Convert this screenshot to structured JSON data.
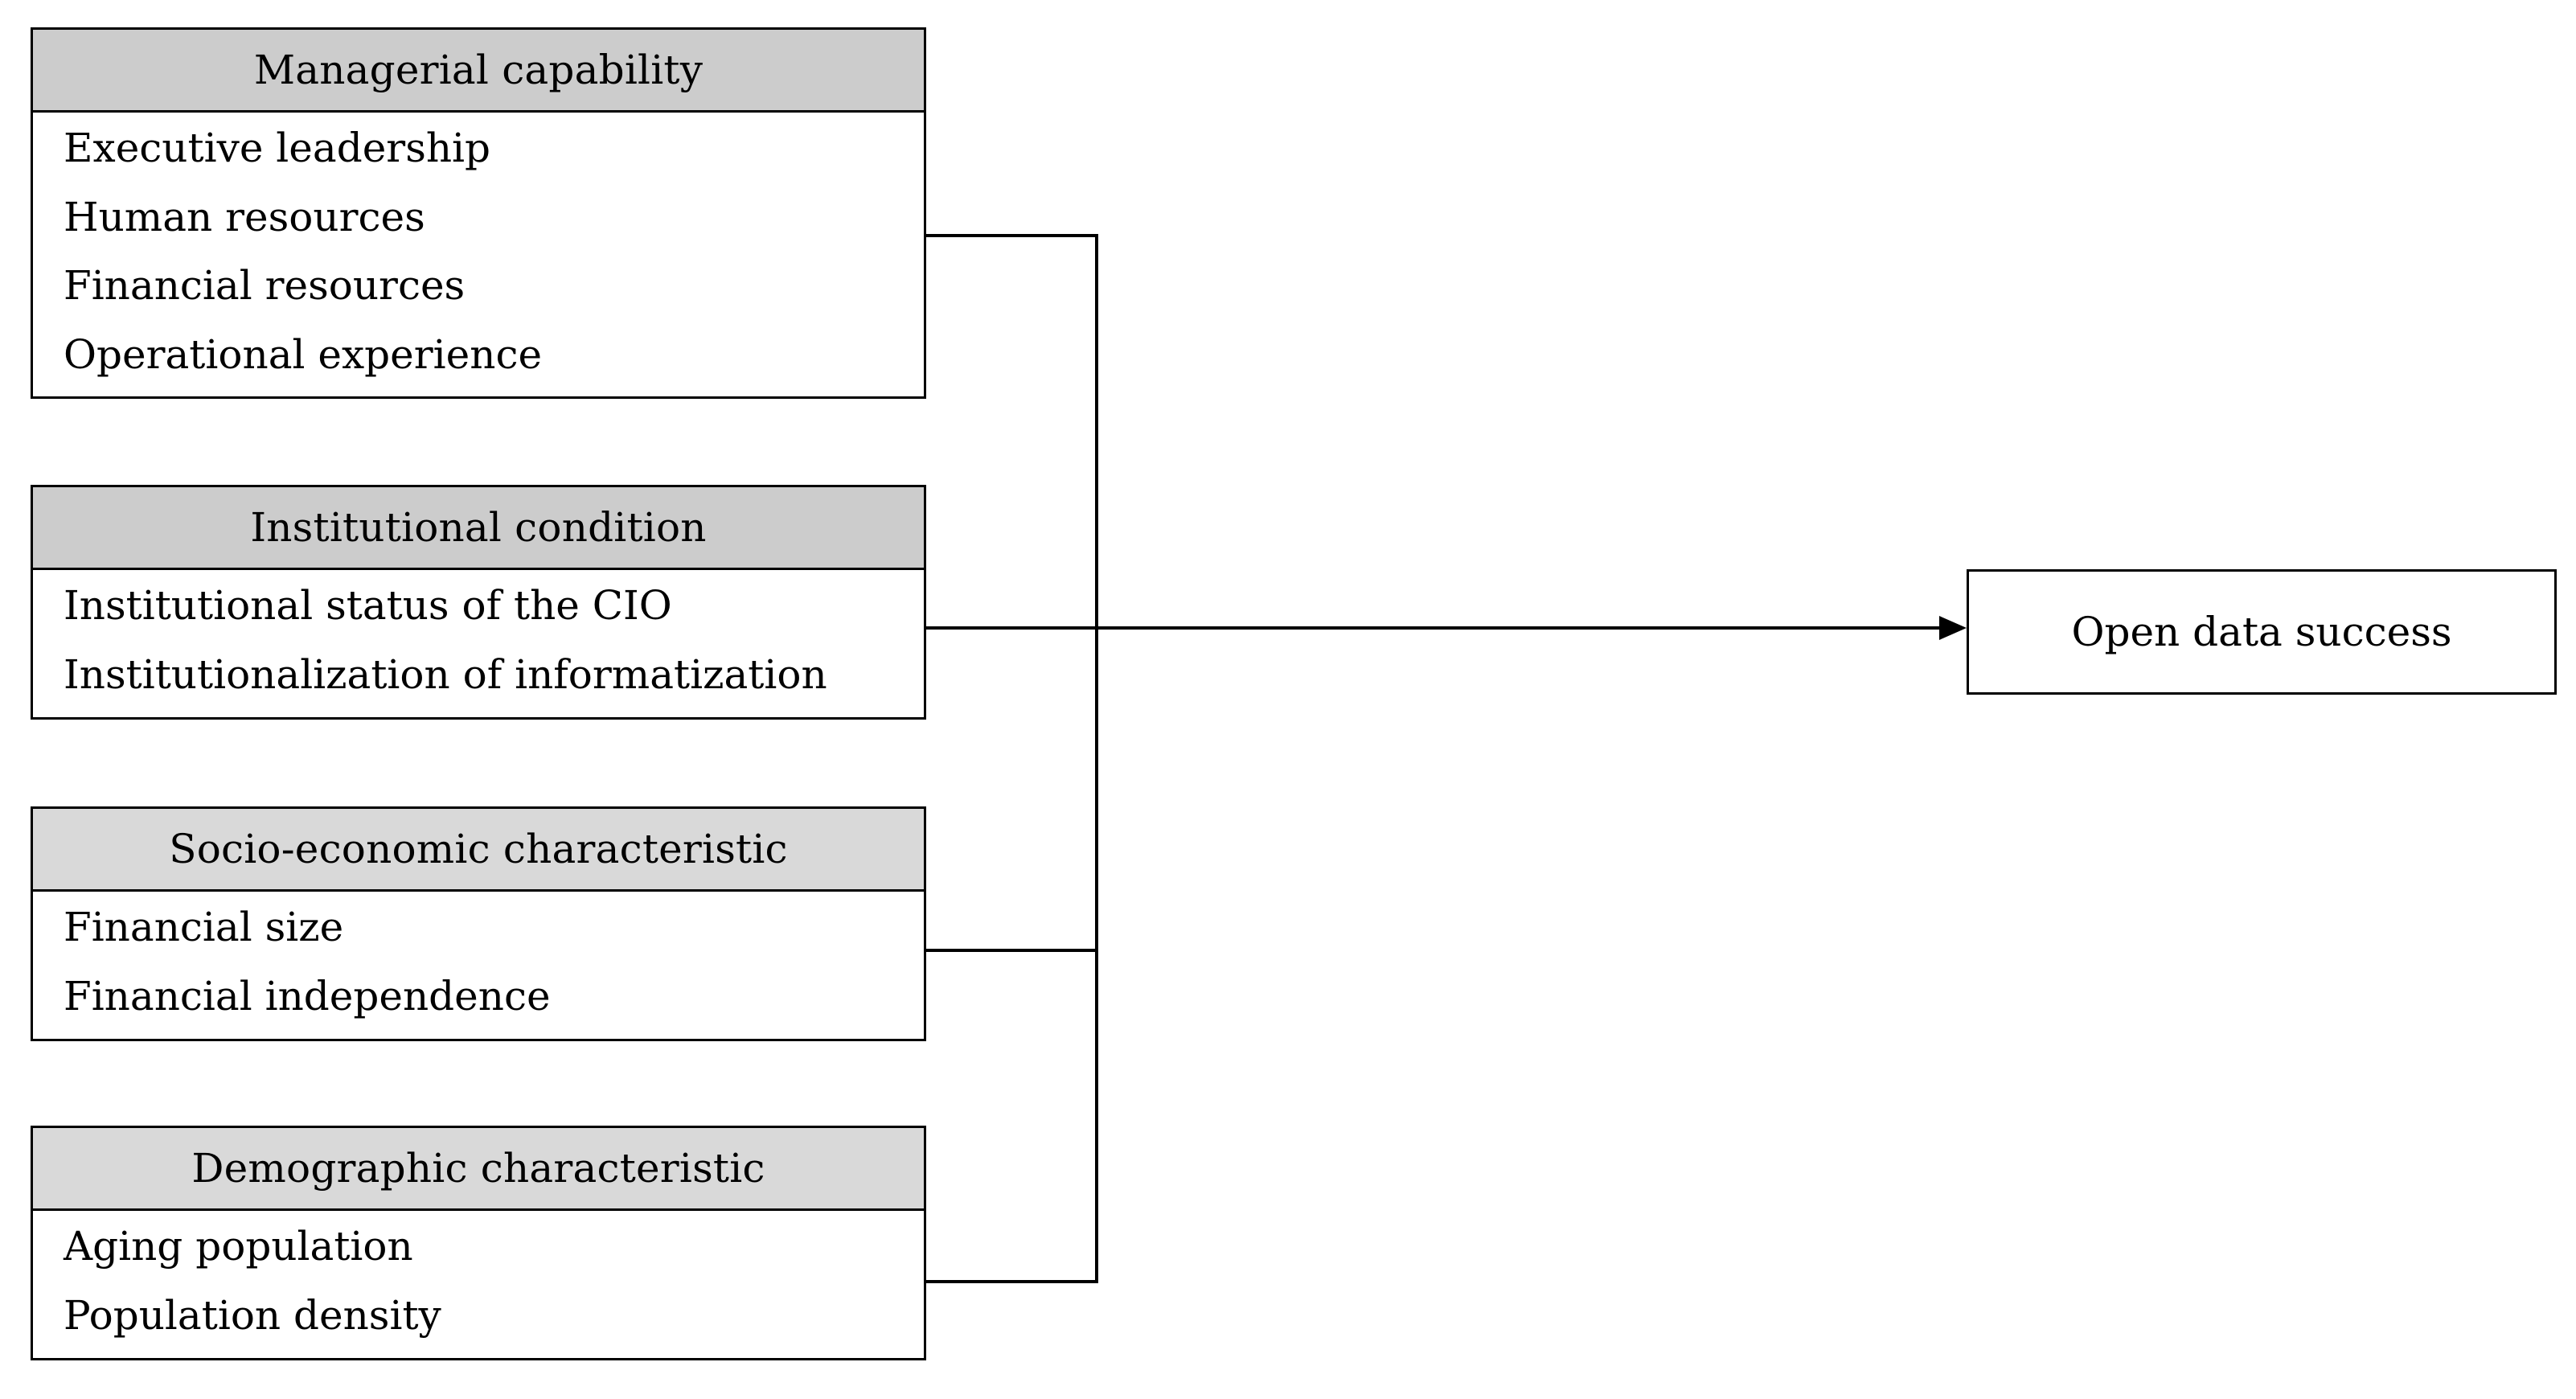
{
  "groups": [
    {
      "title": "Managerial capability",
      "items": [
        "Executive leadership",
        "Human resources",
        "Financial resources",
        "Operational experience"
      ],
      "header_fill": "#cccccc"
    },
    {
      "title": "Institutional condition",
      "items": [
        "Institutional status of the CIO",
        "Institutionalization of informatization"
      ],
      "header_fill": "#cccccc"
    },
    {
      "title": "Socio-economic characteristic",
      "items": [
        "Financial size",
        "Financial independence"
      ],
      "header_fill": "#d9d9d9"
    },
    {
      "title": "Demographic characteristic",
      "items": [
        "Aging population",
        "Population density"
      ],
      "header_fill": "#d9d9d9"
    }
  ],
  "outcome": {
    "label": "Open data success"
  },
  "colors": {
    "line": "#000000",
    "background": "#ffffff"
  }
}
